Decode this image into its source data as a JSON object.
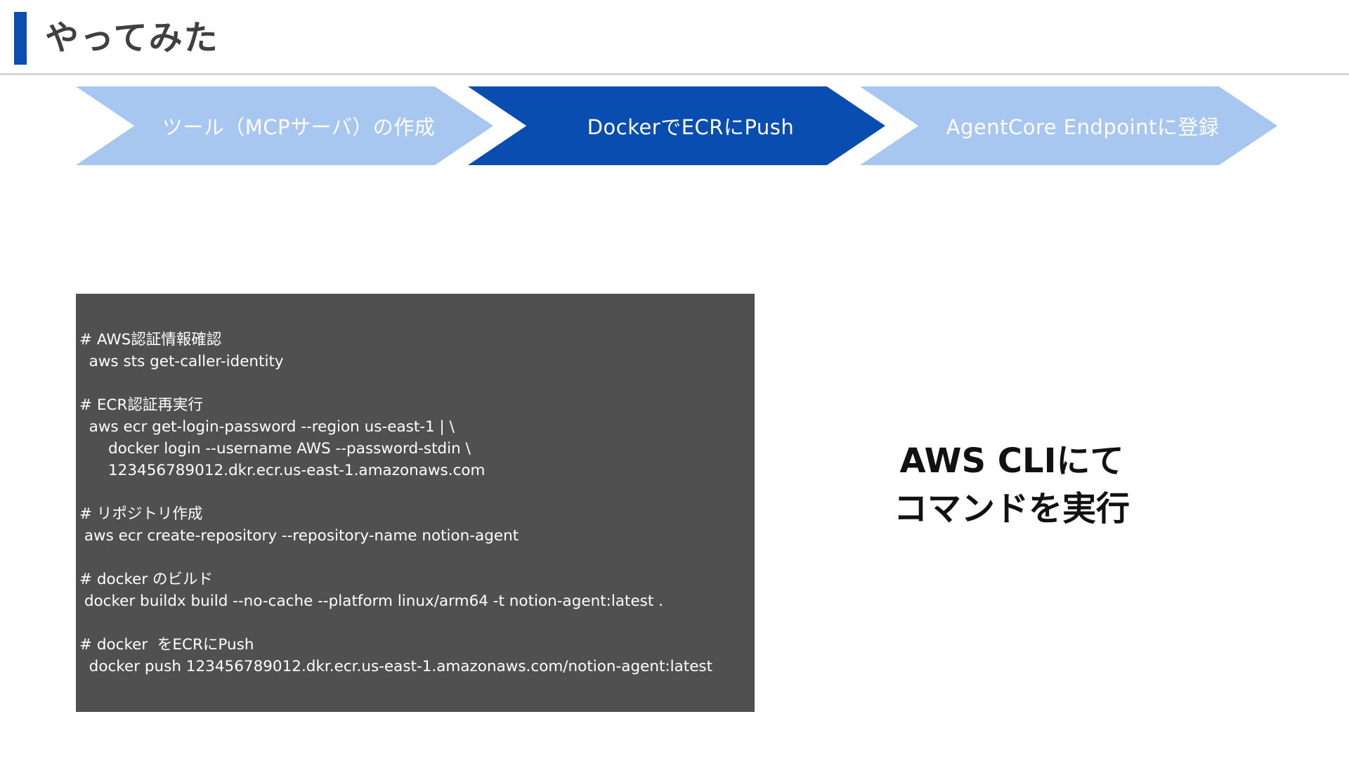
{
  "header": {
    "title": "やってみた"
  },
  "steps": [
    {
      "label": "ツール（MCPサーバ）の作成",
      "active": false
    },
    {
      "label": "DockerでECRにPush",
      "active": true
    },
    {
      "label": "AgentCore Endpointに登録",
      "active": false
    }
  ],
  "code": {
    "lines": [
      "# AWS認証情報確認",
      "  aws sts get-caller-identity",
      "",
      "# ECR認証再実行",
      "  aws ecr get-login-password --region us-east-1 | \\",
      "      docker login --username AWS --password-stdin \\",
      "      123456789012.dkr.ecr.us-east-1.amazonaws.com",
      "",
      "# リポジトリ作成",
      " aws ecr create-repository --repository-name notion-agent",
      "",
      "# docker のビルド",
      " docker buildx build --no-cache --platform linux/arm64 -t notion-agent:latest .",
      "",
      "# docker  をECRにPush",
      "  docker push 123456789012.dkr.ecr.us-east-1.amazonaws.com/notion-agent:latest"
    ]
  },
  "caption": {
    "line1": "AWS CLIにて",
    "line2": "コマンドを実行"
  },
  "colors": {
    "accent": "#0b4db0",
    "step_active": "#0a4db1",
    "step_inactive": "#a7c6f0",
    "code_bg": "#505050"
  }
}
